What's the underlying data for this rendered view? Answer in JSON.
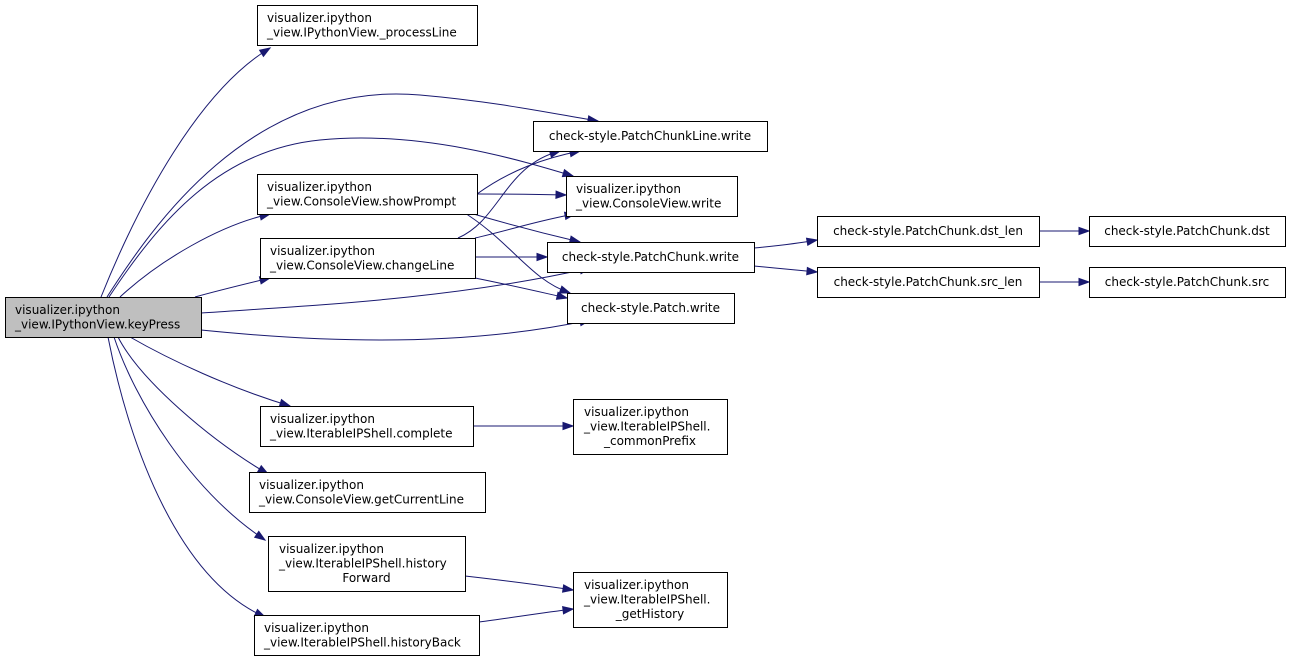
{
  "nodes": [
    {
      "id": "keyPress",
      "lines": [
        "visualizer.ipython",
        "_view.IPythonView.keyPress"
      ],
      "root": true
    },
    {
      "id": "processLine",
      "lines": [
        "visualizer.ipython",
        "_view.IPythonView._processLine"
      ]
    },
    {
      "id": "pcl_write",
      "lines": [
        "check-style.PatchChunkLine.write"
      ]
    },
    {
      "id": "showPrompt",
      "lines": [
        "visualizer.ipython",
        "_view.ConsoleView.showPrompt"
      ]
    },
    {
      "id": "cv_write",
      "lines": [
        "visualizer.ipython",
        "_view.ConsoleView.write"
      ]
    },
    {
      "id": "changeLine",
      "lines": [
        "visualizer.ipython",
        "_view.ConsoleView.changeLine"
      ]
    },
    {
      "id": "pc_write",
      "lines": [
        "check-style.PatchChunk.write"
      ]
    },
    {
      "id": "p_write",
      "lines": [
        "check-style.Patch.write"
      ]
    },
    {
      "id": "dst_len",
      "lines": [
        "check-style.PatchChunk.dst_len"
      ]
    },
    {
      "id": "src_len",
      "lines": [
        "check-style.PatchChunk.src_len"
      ]
    },
    {
      "id": "dst",
      "lines": [
        "check-style.PatchChunk.dst"
      ]
    },
    {
      "id": "src",
      "lines": [
        "check-style.PatchChunk.src"
      ]
    },
    {
      "id": "complete",
      "lines": [
        "visualizer.ipython",
        "_view.IterableIPShell.complete"
      ]
    },
    {
      "id": "commonPrefix",
      "lines": [
        "visualizer.ipython",
        "_view.IterableIPShell.",
        "_commonPrefix"
      ]
    },
    {
      "id": "getCurrentLine",
      "lines": [
        "visualizer.ipython",
        "_view.ConsoleView.getCurrentLine"
      ]
    },
    {
      "id": "historyForward",
      "lines": [
        "visualizer.ipython",
        "_view.IterableIPShell.history",
        "Forward"
      ]
    },
    {
      "id": "historyBack",
      "lines": [
        "visualizer.ipython",
        "_view.IterableIPShell.historyBack"
      ]
    },
    {
      "id": "getHistory",
      "lines": [
        "visualizer.ipython",
        "_view.IterableIPShell.",
        "_getHistory"
      ]
    }
  ],
  "edges": [
    {
      "from": "keyPress",
      "to": "processLine"
    },
    {
      "from": "keyPress",
      "to": "pcl_write"
    },
    {
      "from": "keyPress",
      "to": "cv_write"
    },
    {
      "from": "keyPress",
      "to": "showPrompt"
    },
    {
      "from": "keyPress",
      "to": "changeLine"
    },
    {
      "from": "keyPress",
      "to": "pc_write"
    },
    {
      "from": "keyPress",
      "to": "p_write"
    },
    {
      "from": "keyPress",
      "to": "complete"
    },
    {
      "from": "keyPress",
      "to": "getCurrentLine"
    },
    {
      "from": "keyPress",
      "to": "historyForward"
    },
    {
      "from": "keyPress",
      "to": "historyBack"
    },
    {
      "from": "showPrompt",
      "to": "pcl_write"
    },
    {
      "from": "showPrompt",
      "to": "cv_write"
    },
    {
      "from": "showPrompt",
      "to": "pc_write"
    },
    {
      "from": "showPrompt",
      "to": "p_write"
    },
    {
      "from": "changeLine",
      "to": "pcl_write"
    },
    {
      "from": "changeLine",
      "to": "cv_write"
    },
    {
      "from": "changeLine",
      "to": "pc_write"
    },
    {
      "from": "changeLine",
      "to": "p_write"
    },
    {
      "from": "pc_write",
      "to": "dst_len"
    },
    {
      "from": "pc_write",
      "to": "src_len"
    },
    {
      "from": "dst_len",
      "to": "dst"
    },
    {
      "from": "src_len",
      "to": "src"
    },
    {
      "from": "complete",
      "to": "commonPrefix"
    },
    {
      "from": "historyForward",
      "to": "getHistory"
    },
    {
      "from": "historyBack",
      "to": "getHistory"
    }
  ],
  "colors": {
    "edge": "#191970",
    "root_fill": "#bfbfbf",
    "node_fill": "#ffffff",
    "node_border": "#000000"
  }
}
